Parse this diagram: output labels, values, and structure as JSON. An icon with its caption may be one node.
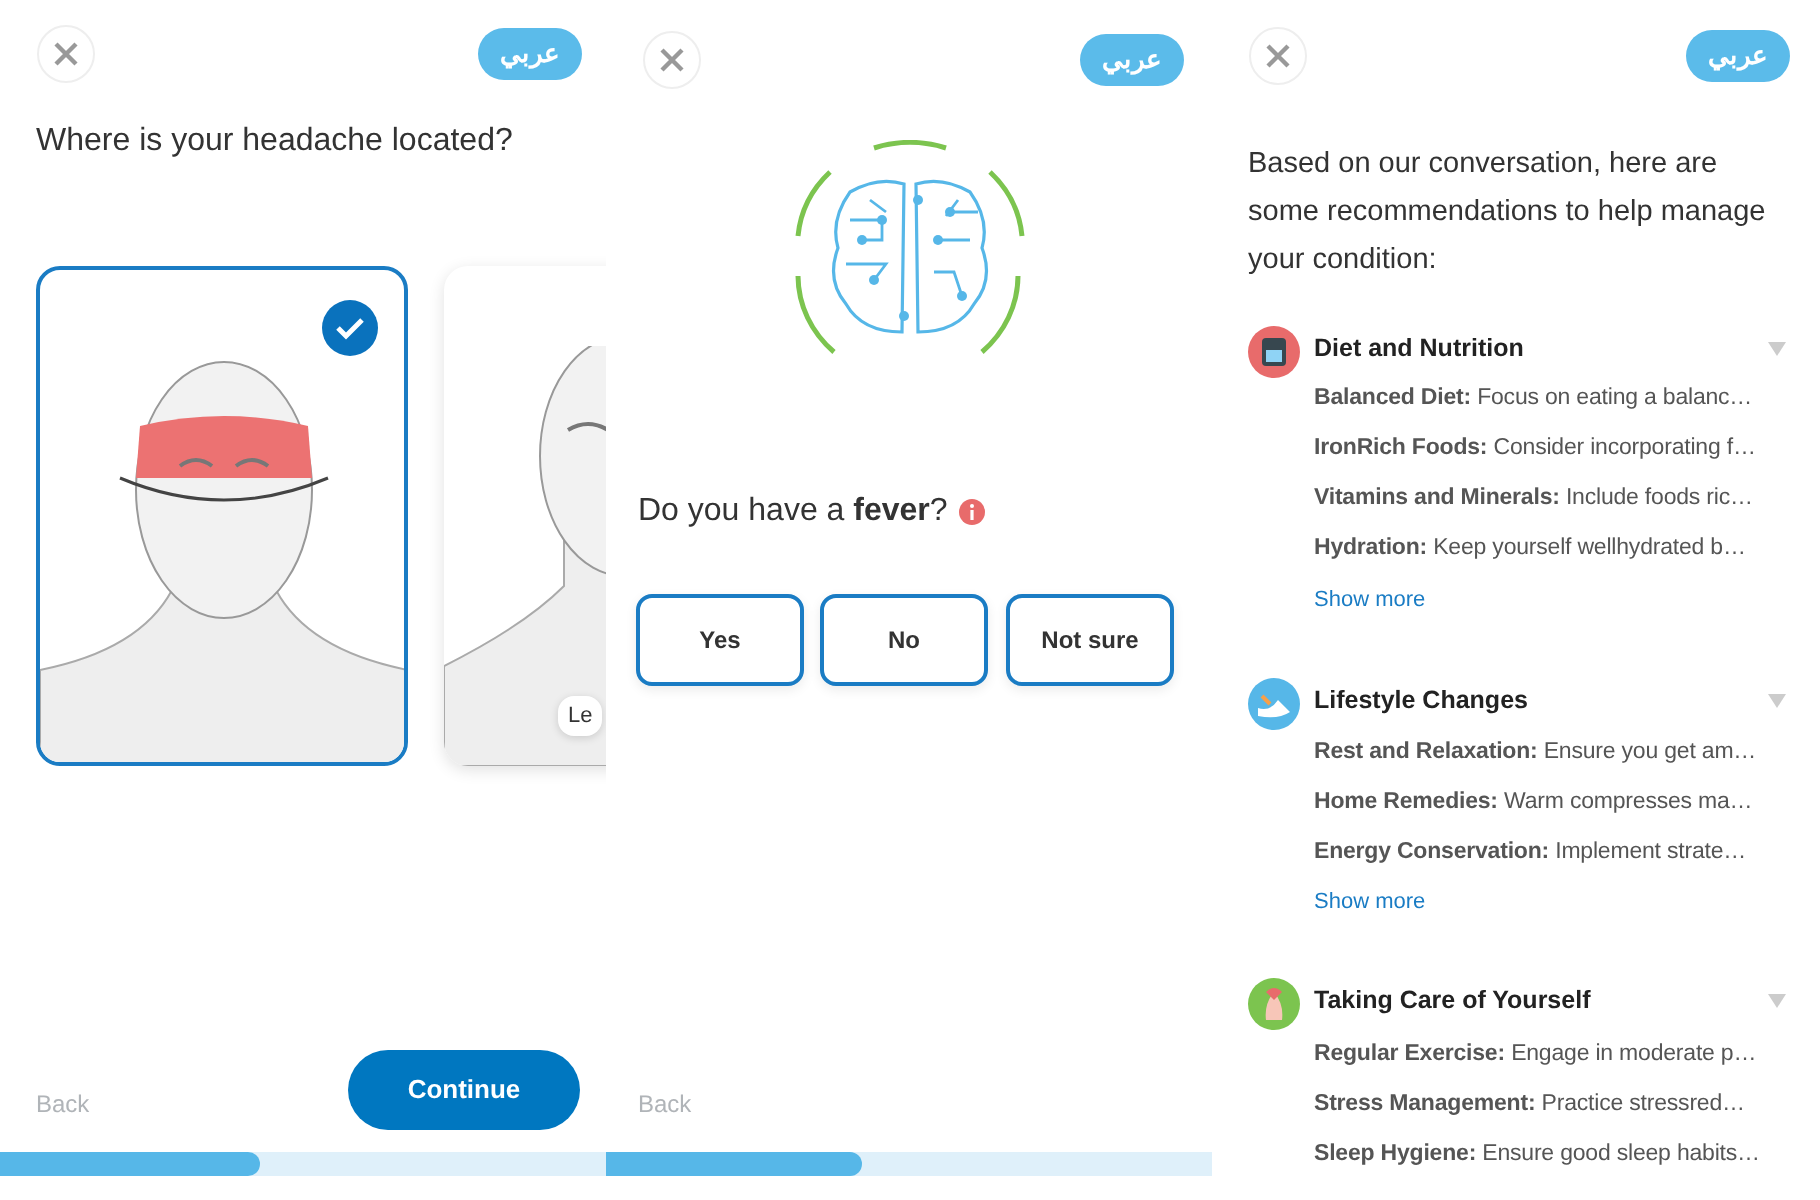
{
  "diagram": {
    "labels": [
      "عربي",
      "Where is your headache located?",
      "Le",
      "Back",
      "Continue",
      "عربي",
      "Do you have a **fever**?",
      "Yes",
      "No",
      "Not sure",
      "Back",
      "عربي",
      "Based on our conversation, here are some recommendations to help manage your condition:",
      "Diet and Nutrition",
      "**Balanced Diet:** Focus on eating a balanc…",
      "**IronRich Foods:** Consider incorporating f…",
      "**Vitamins and Minerals:** Include foods ric…",
      "**Hydration:** Keep yourself wellhydrated b…",
      "Show more",
      "Lifestyle Changes",
      "**Rest and Relaxation:** Ensure you get am…",
      "**Home Remedies:** Warm compresses ma…",
      "**Energy Conservation:** Implement strate…",
      "Show more",
      "Taking Care of Yourself",
      "**Regular Exercise:** Engage in moderate p…",
      "**Stress Management:** Practice stressred…",
      "**Sleep Hygiene:** Ensure good sleep habits…"
    ]
  }
}
